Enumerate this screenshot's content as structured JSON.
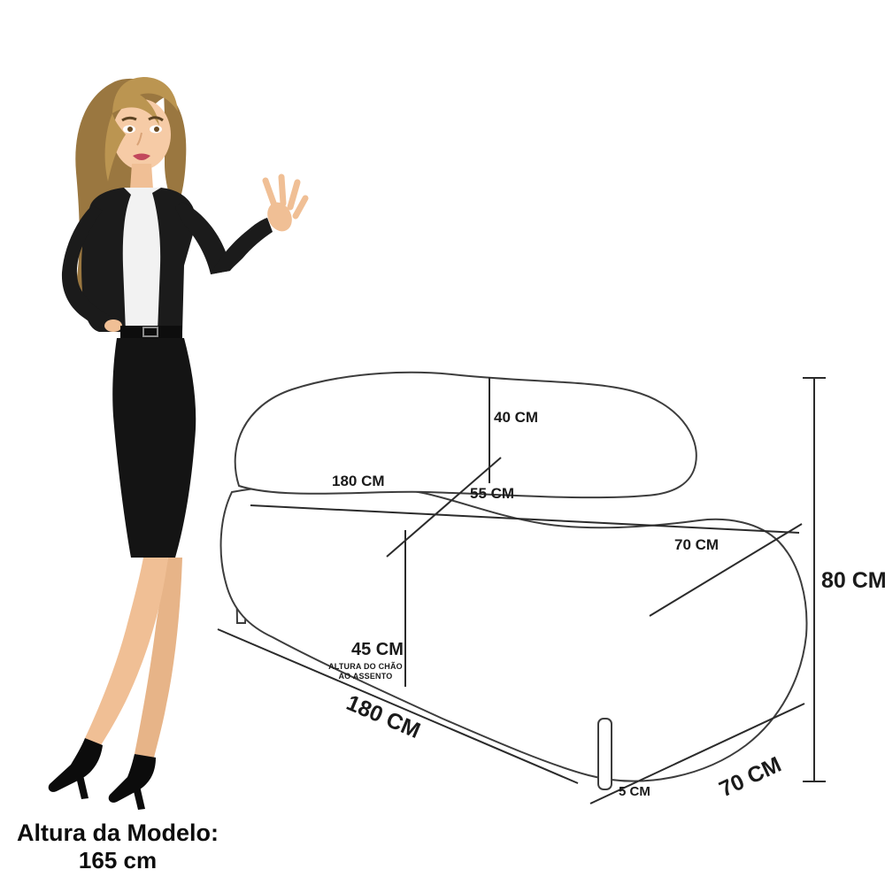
{
  "labels": {
    "backrest_height": "40 CM",
    "seat_width": "180 CM",
    "seat_depth": "55 CM",
    "seat_depth_right": "70 CM",
    "total_height": "80 CM",
    "floor_to_seat_height": "45 CM",
    "floor_to_seat_note_line1": "ALTURA DO CHÃO",
    "floor_to_seat_note_line2": "AO ASSENTO",
    "total_width": "180 CM",
    "leg_height": "5 CM",
    "total_depth": "70 CM"
  },
  "caption": {
    "line1": "Altura da Modelo:",
    "line2": "165 cm"
  },
  "colors": {
    "background": "#ffffff",
    "dimension_line": "#2b2b2b",
    "text": "#1a1a1a",
    "suit": "#1b1b1b",
    "skin": "#f0bf95",
    "hair": "#9a7740",
    "hair_highlight": "#bb9551",
    "shirt": "#f2f2f2",
    "lips": "#c2475c",
    "sofa_outline": "#3d3d3d"
  }
}
